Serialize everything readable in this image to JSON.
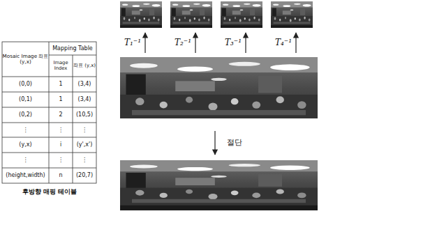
{
  "diagram": {
    "caption": "후방향 매핑 테이블",
    "labels": [
      "Mosaic Image 좌표(y,x)",
      "Mapping Table",
      "Image Index",
      "좌표 (y,x)",
      "(0,0)",
      "1",
      "(3,4)",
      "(0,1)",
      "1",
      "(3,4)",
      "(0,2)",
      "2",
      "(10,5)",
      "⋮",
      "⋮",
      "⋮",
      "(y,x)",
      "i",
      "(y',x')",
      "⋮",
      "⋮",
      "⋮",
      "(height,width)",
      "n",
      "(20,7)",
      "T₁⁻¹",
      "T₂⁻¹",
      "T₃⁻¹",
      "T₄⁻¹",
      "절단"
    ]
  }
}
